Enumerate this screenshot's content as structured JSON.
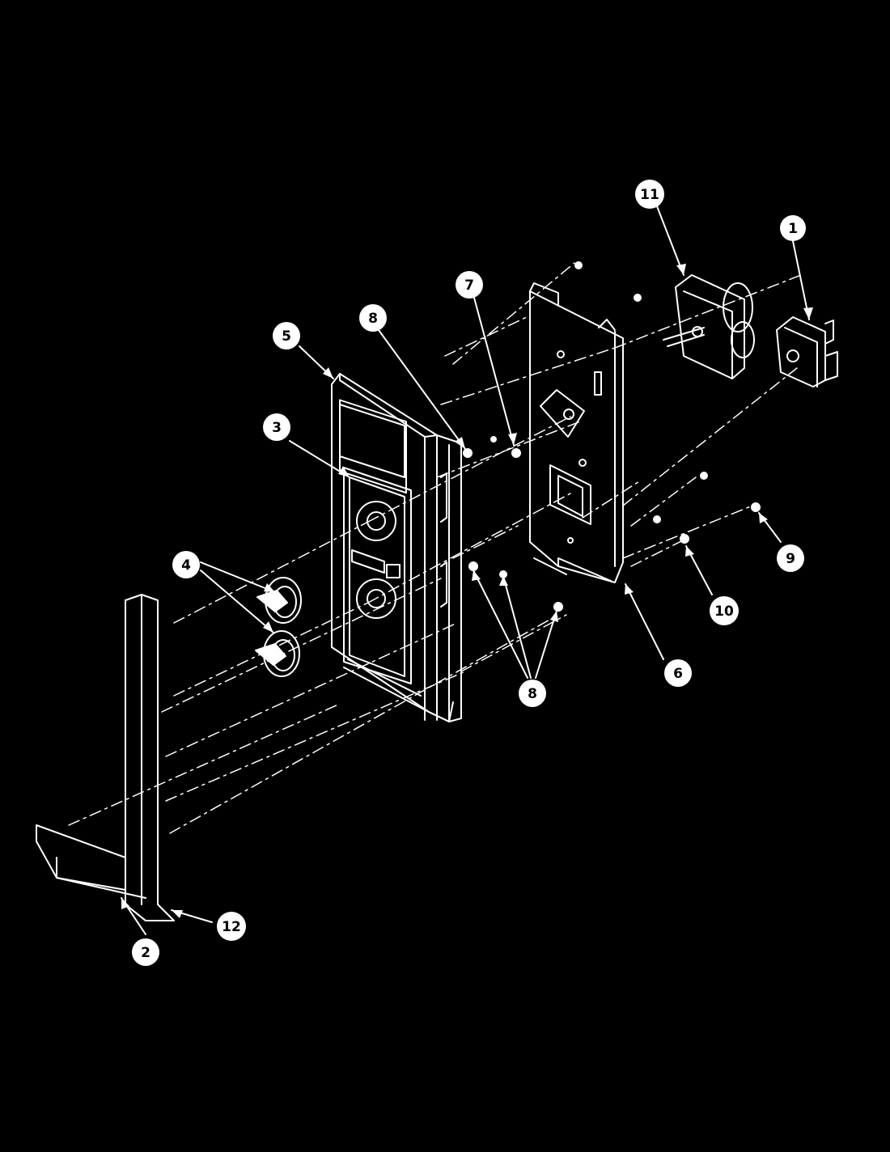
{
  "diagram": {
    "colors": {
      "background": "#000000",
      "line": "#ffffff"
    },
    "callouts": [
      {
        "id": "c1",
        "label": "1"
      },
      {
        "id": "c2",
        "label": "2"
      },
      {
        "id": "c3",
        "label": "3"
      },
      {
        "id": "c4",
        "label": "4"
      },
      {
        "id": "c5",
        "label": "5"
      },
      {
        "id": "c6",
        "label": "6"
      },
      {
        "id": "c7",
        "label": "7"
      },
      {
        "id": "c8a",
        "label": "8"
      },
      {
        "id": "c8b",
        "label": "8"
      },
      {
        "id": "c9",
        "label": "9"
      },
      {
        "id": "c10",
        "label": "10"
      },
      {
        "id": "c11",
        "label": "11"
      },
      {
        "id": "c12",
        "label": "12"
      }
    ]
  }
}
